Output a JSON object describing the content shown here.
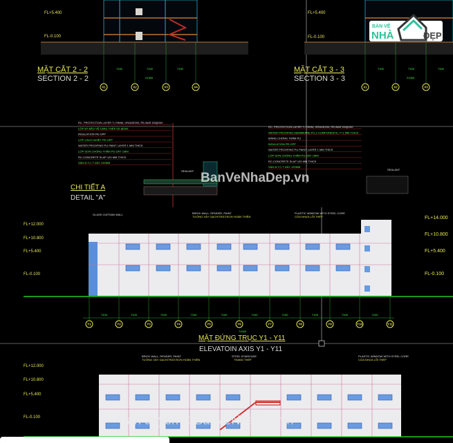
{
  "section_2_2": {
    "title": "MẶT CẮT 2 - 2",
    "subtitle": "SECTION 2 - 2",
    "levels": [
      "FL+5.400",
      "FL-0.100"
    ],
    "dims": [
      "7100",
      "7100",
      "7100"
    ],
    "total": "21300",
    "axes": [
      "X1",
      "X2",
      "X3",
      "X4"
    ]
  },
  "section_3_3": {
    "title": "MẶT CẮT 3 - 3",
    "subtitle": "SECTION 3 - 3",
    "levels": [
      "FL+5.400",
      "FL-0.100"
    ],
    "dims": [
      "7100",
      "7100",
      "7100"
    ],
    "total": "21300",
    "axes": [
      "X1",
      "X2",
      "X3"
    ]
  },
  "logo": {
    "line1": "BẢN VẼ",
    "line2": "NHÀ",
    "line3": "ĐẸP"
  },
  "detail_a": {
    "title": "CHI TIẾT A",
    "subtitle": "DETAIL \"A\"",
    "notes": [
      "RC. PROTECTION LAYER T=70MM, GRADE200, RE-BAR D5@200",
      "LỚP BT BẢO VỆ 100M, THÉP D5 @200",
      "INSULATION PE-OPP",
      "LỚP CÁCH NHIỆT PE-OPP",
      "WATER PROOFING PU PAINT LAYER 1 MM THICK",
      "LỚP SƠN CHỐNG THẤM PU DÀY 1MM",
      "RC-CONCRETE SLAP 120 MM THICK",
      "SÀN B.T.C.T DÀY 120MM"
    ],
    "sealant": "SEALANT",
    "right_notes": [
      "RC. PROTECTION LAYER T=70MM, GRADE200, RE-BAR D5@200",
      "WATER PROOFING MEMBRANE PU 2 COMPONENTS, T=1 MM THICK",
      "MÀNG CHỐNG THẤM PU",
      "INSULATION PE-OPP",
      "WATER PROOFING PU PAINT LAYER 1 MM THICK",
      "LỚP SƠN CHỐNG THẤM PU DÀY 1MM",
      "RC-CONCRETE SLAP 120 MM THICK",
      "SÀN B.T.C.T DÀY 120MM"
    ]
  },
  "watermark": "BanVeNhaDep.vn",
  "elevation_y": {
    "title": "MẶT ĐỨNG TRỤC Y1 - Y11",
    "subtitle": "ELEVATOIN AXIS Y1 - Y11",
    "levels_left": [
      "FL+12.000",
      "FL+10.800",
      "FL+5.400",
      "FL-0.100"
    ],
    "levels_right": [
      "FL+14.000",
      "FL+10.800",
      "FL+5.400",
      "FL-0.100"
    ],
    "notes": [
      "GLASS CURTAIN WALL",
      "BRICK WALL, RENDER, PAINT",
      "TƯỜNG XÂY GẠCH/TRÁT/SƠN HOÀN THIỆN",
      "PLASTIC WINDOW WITH STEEL CORE",
      "CỬA NHỰA LÕI THÉP"
    ],
    "span_dims": [
      "7100",
      "7100",
      "7100",
      "7100",
      "7100",
      "7100",
      "7100",
      "7100",
      "7100",
      "7100"
    ],
    "total": "71000",
    "axes": [
      "Y1",
      "Y2",
      "Y3",
      "Y4",
      "Y5",
      "Y6",
      "Y7",
      "Y8",
      "Y9",
      "Y10",
      "Y11"
    ]
  },
  "elevation_bottom": {
    "levels": [
      "FL+12.000",
      "FL+10.800",
      "FL+5.400",
      "FL-0.100"
    ],
    "notes": [
      "BRICK WALL, RENDER, PAINT",
      "TƯỜNG XÂY GẠCH/TRÁT/SƠN HOÀN THIỆN",
      "STEEL STAIRCASE",
      "THANG THÉP",
      "PLASTIC WINDOW WITH STEEL CORE",
      "CỬA NHỰA LÕI THÉP"
    ]
  },
  "copyright": "Bản quyền © BanVeNhaDep.vn"
}
